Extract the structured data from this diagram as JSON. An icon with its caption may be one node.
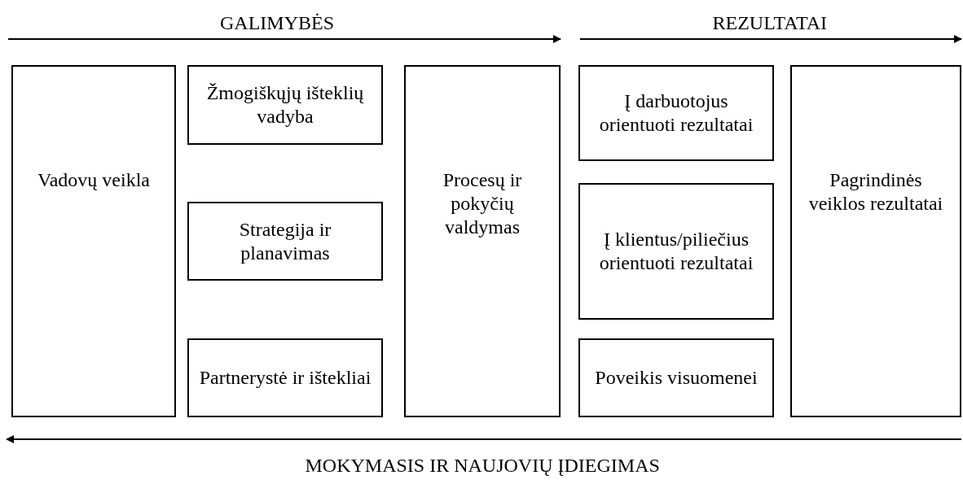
{
  "diagram": {
    "nodes": [
      {
        "text": [
          "Vadovų veikla"
        ]
      },
      {
        "text": [
          "Žmogiškųjų išteklių vadyba"
        ]
      },
      {
        "text": [
          "Strategija ir planavimas"
        ]
      },
      {
        "text": [
          "Partnerystė ir ištekliai"
        ]
      },
      {
        "text": [
          "Procesų ir pokyčių valdymas"
        ]
      },
      {
        "text": [
          "Į darbuotojus orientuoti rezultatai"
        ]
      },
      {
        "text": [
          "Į klientus/piliečius orientuoti rezultatai"
        ]
      },
      {
        "text": [
          "Poveikis visuomenei"
        ]
      },
      {
        "text": [
          "Pagrindinės veiklos rezultatai"
        ]
      }
    ],
    "labels": [
      "GALIMYBĖS",
      "REZULTATAI",
      "MOKYMASIS IR NAUJOVIŲ ĮDIEGIMAS"
    ]
  }
}
